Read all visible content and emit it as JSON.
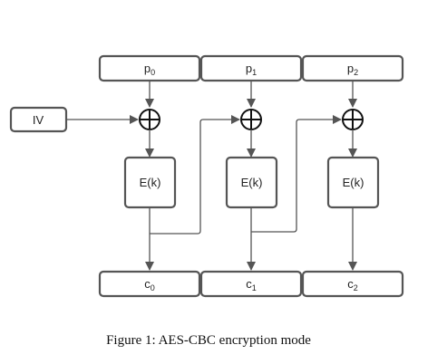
{
  "plaintexts": [
    {
      "base": "p",
      "sub": "0"
    },
    {
      "base": "p",
      "sub": "1"
    },
    {
      "base": "p",
      "sub": "2"
    }
  ],
  "ciphertexts": [
    {
      "base": "c",
      "sub": "0"
    },
    {
      "base": "c",
      "sub": "1"
    },
    {
      "base": "c",
      "sub": "2"
    }
  ],
  "iv_label": "IV",
  "encrypt_label": "E(k)",
  "caption": "Figure 1: AES-CBC encryption mode",
  "colors": {
    "stroke": "#555555",
    "xor": "#111111"
  }
}
